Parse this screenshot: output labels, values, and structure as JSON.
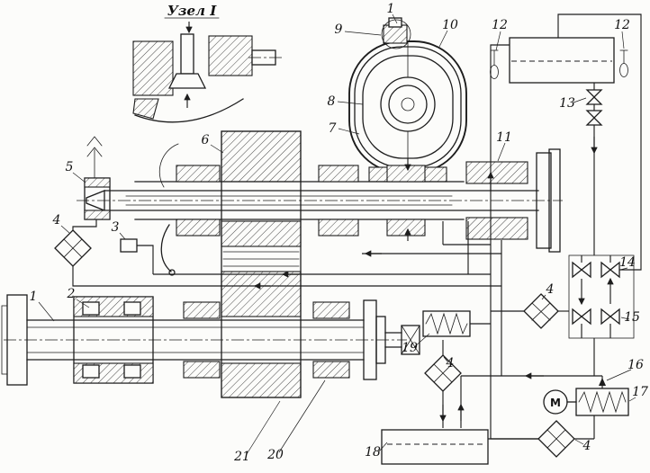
{
  "colors": {
    "ink": "#1d1d1d",
    "paper": "#fcfcfa"
  },
  "detail": {
    "title": "Узел I"
  },
  "motor": {
    "label": "М"
  },
  "callouts": {
    "top1": "1",
    "n9": "9",
    "n10": "10",
    "n12a": "12",
    "n12b": "12",
    "n13": "13",
    "n8": "8",
    "n7": "7",
    "n11": "11",
    "n6": "6",
    "n5": "5",
    "n4a": "4",
    "n3": "3",
    "n2": "2",
    "n1": "1",
    "n14": "14",
    "n4b": "4",
    "n15": "15",
    "n16": "16",
    "n17": "17",
    "n19": "19",
    "n4c": "4",
    "n18": "18",
    "n4d": "4",
    "n20": "20",
    "n21": "21"
  }
}
